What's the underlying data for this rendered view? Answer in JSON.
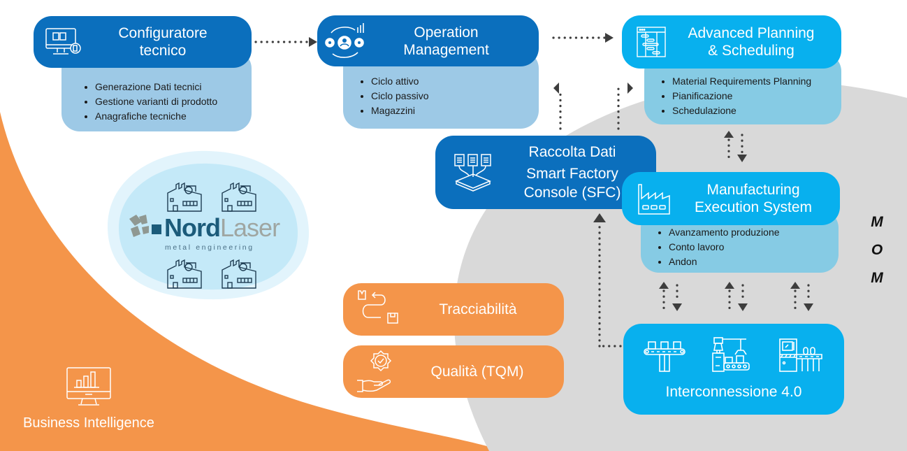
{
  "diagram": {
    "colors": {
      "dark_blue": "#0b6fbd",
      "cyan": "#08b0ee",
      "light_blue_sub": "#9dc9e6",
      "cyan_sub": "#86cbe4",
      "orange": "#f4954a",
      "gray_area": "#d9d9d9",
      "logo_bubble": "#c4e9f8",
      "arrow": "#3d3d3d"
    },
    "configuratore": {
      "title_line1": "Configuratore",
      "title_line2": "tecnico",
      "icon": "monitor-documents-icon",
      "items": [
        "Generazione Dati tecnici",
        "Gestione varianti di prodotto",
        "Anagrafiche tecniche"
      ]
    },
    "operation": {
      "title_line1": "Operation",
      "title_line2": "Management",
      "icon": "gears-person-icon",
      "items": [
        "Ciclo attivo",
        "Ciclo passivo",
        "Magazzini"
      ]
    },
    "aps": {
      "title_line1": "Advanced Planning",
      "title_line2": "& Scheduling",
      "icon": "gantt-chart-icon",
      "items": [
        "Material Requirements Planning",
        "Pianificazione",
        "Schedulazione"
      ]
    },
    "sfc": {
      "title_line1": "Raccolta Dati",
      "title_line2": "Smart Factory",
      "title_line3": "Console (SFC)",
      "icon": "data-collection-icon"
    },
    "mes": {
      "title_line1": "Manufacturing",
      "title_line2": "Execution System",
      "icon": "factory-icon",
      "items": [
        "Avanzamento produzione",
        "Conto lavoro",
        "Andon"
      ]
    },
    "tracciabilita": {
      "title": "Tracciabilità",
      "icon": "traceability-path-icon"
    },
    "qualita": {
      "title": "Qualità (TQM)",
      "icon": "quality-badge-hand-icon"
    },
    "interconnessione": {
      "title": "Interconnessione 4.0",
      "icons": [
        "conveyor-icon",
        "robot-arm-line-icon",
        "cnc-machine-icon"
      ]
    },
    "logo": {
      "brand_part1": "Nord",
      "brand_part2": "Laser",
      "tagline": "metal engineering",
      "icons": [
        "factory-icon",
        "factory-icon",
        "factory-icon",
        "factory-icon"
      ]
    },
    "mom_label": [
      "M",
      "O",
      "M"
    ],
    "business_intelligence": {
      "label": "Business Intelligence",
      "icon": "monitor-bar-chart-icon"
    }
  }
}
